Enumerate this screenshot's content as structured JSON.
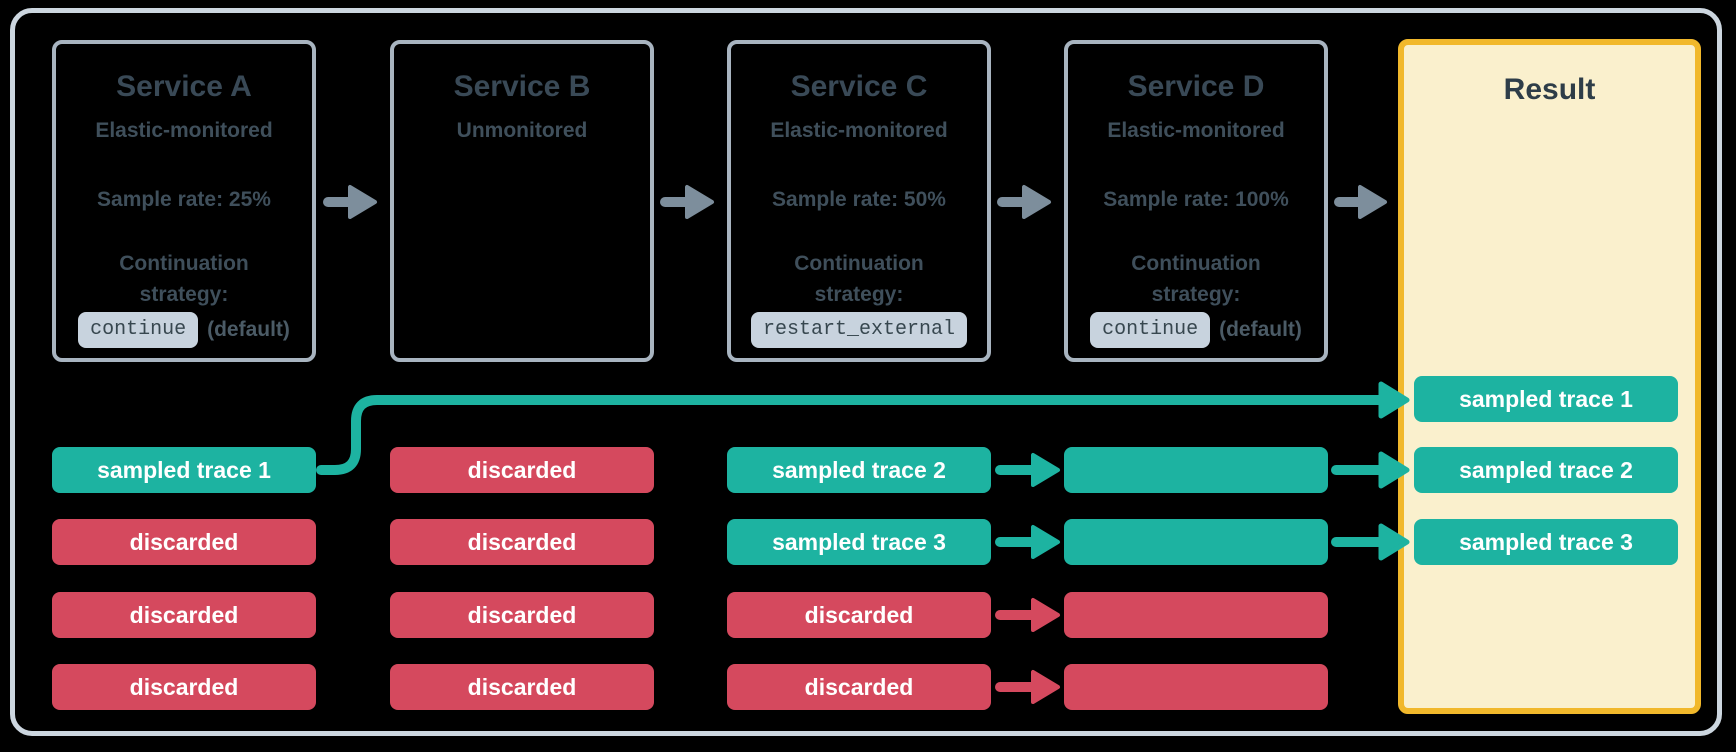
{
  "colors": {
    "background": "#000000",
    "outer_frame_border": "#ccd6df",
    "service_box_border": "#a8b4c0",
    "heading_text": "#394956",
    "body_text": "#3f4f5b",
    "code_chip_bg": "#c8d3de",
    "sampled_teal": "#1db3a1",
    "discarded_red": "#d5495e",
    "flow_arrow_gray": "#7d8e9c",
    "result_bg": "#faf0cd",
    "result_border": "#f1b82b"
  },
  "services": [
    {
      "title": "Service A",
      "subtitle": "Elastic-monitored",
      "sample_rate": "Sample rate: 25%",
      "continuation_line1": "Continuation",
      "continuation_line2": "strategy:",
      "strategy_code": "continue",
      "strategy_note": "(default)"
    },
    {
      "title": "Service B",
      "subtitle": "Unmonitored"
    },
    {
      "title": "Service C",
      "subtitle": "Elastic-monitored",
      "sample_rate": "Sample rate: 50%",
      "continuation_line1": "Continuation",
      "continuation_line2": "strategy:",
      "strategy_code": "restart_external",
      "strategy_note": ""
    },
    {
      "title": "Service D",
      "subtitle": "Elastic-monitored",
      "sample_rate": "Sample rate: 100%",
      "continuation_line1": "Continuation",
      "continuation_line2": "strategy:",
      "strategy_code": "continue",
      "strategy_note": "(default)"
    }
  ],
  "trace_rows": {
    "service_a": [
      {
        "label": "sampled trace 1",
        "status": "sampled"
      },
      {
        "label": "discarded",
        "status": "discarded"
      },
      {
        "label": "discarded",
        "status": "discarded"
      },
      {
        "label": "discarded",
        "status": "discarded"
      }
    ],
    "service_b": [
      {
        "label": "discarded",
        "status": "discarded"
      },
      {
        "label": "discarded",
        "status": "discarded"
      },
      {
        "label": "discarded",
        "status": "discarded"
      },
      {
        "label": "discarded",
        "status": "discarded"
      }
    ],
    "service_c": [
      {
        "label": "sampled trace 2",
        "status": "sampled"
      },
      {
        "label": "sampled trace 3",
        "status": "sampled"
      },
      {
        "label": "discarded",
        "status": "discarded"
      },
      {
        "label": "discarded",
        "status": "discarded"
      }
    ],
    "service_d": [
      {
        "label": "",
        "status": "sampled"
      },
      {
        "label": "",
        "status": "sampled"
      },
      {
        "label": "",
        "status": "discarded"
      },
      {
        "label": "",
        "status": "discarded"
      }
    ]
  },
  "result": {
    "title": "Result",
    "traces": [
      {
        "label": "sampled trace 1",
        "status": "sampled"
      },
      {
        "label": "sampled trace 2",
        "status": "sampled"
      },
      {
        "label": "sampled trace 3",
        "status": "sampled"
      }
    ]
  }
}
